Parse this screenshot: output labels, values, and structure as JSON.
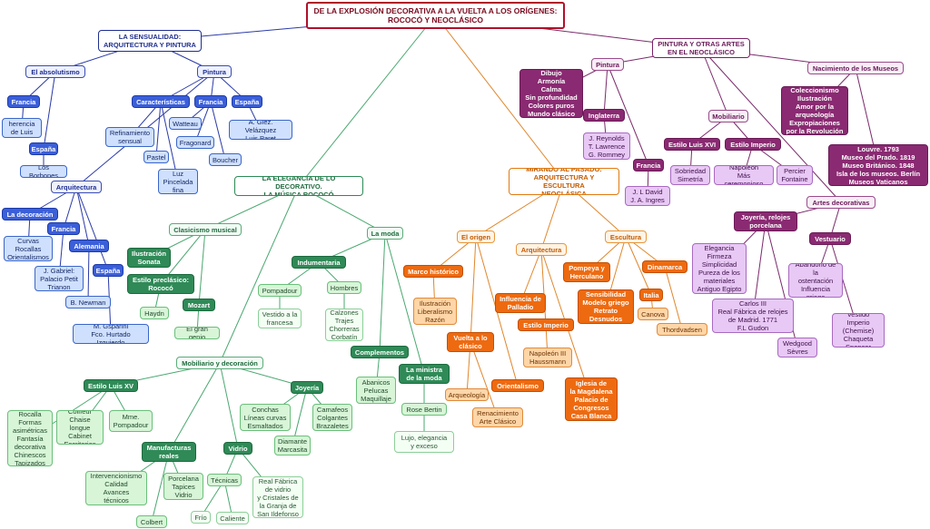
{
  "title": "DE LA EXPLOSIÓN DECORATIVA A LA VUELTA A LOS ORÍGENES:\nROCOCÓ Y NEOCLÁSICO",
  "nodes": {
    "sensualidad": "LA SENSUALIDAD:\nARQUITECTURA Y PINTURA",
    "absolutismo": "El absolutismo",
    "francia_abs": "Francia",
    "herencia": "La herencia\nde Luis XIV",
    "espana_abs": "España",
    "borbones": "Los Borbones",
    "arquitectura_b": "Arquitectura",
    "decoracion_b": "La decoración",
    "curvas": "Curvas\nRocallas\nOrientalismos",
    "francia_arq": "Francia",
    "gabriel": "J. Gabriel:\nPalacio Petit\nTrianon",
    "alemania": "Alemania",
    "newman": "B. Newman",
    "espana_arq": "España",
    "gsparini": "M. Gsparini\nFco. Hurtado Izquierdo",
    "pintura_b": "Pintura",
    "caracteristicas": "Características",
    "refinamiento": "Refinamiento\nsensual",
    "pastel": "Pastel",
    "francia_pint": "Francia",
    "watteau": "Watteau",
    "fragonard": "Fragonard",
    "boucher": "Boucher",
    "luz": "Luz\nPincelada\nfina",
    "espana_pint": "España",
    "velazquez": "A. Glez. Velázquez\nLuis Paret",
    "elegancia_g": "LA ELEGANCIA DE LO DECORATIVO.\nLA MÚSICA ROCOCÓ",
    "clasicismo": "Clasicismo musical",
    "ilustracion_sonata": "Ilustración\nSonata",
    "preclasico": "Estilo preclásico:\nRococó",
    "haydn": "Haydn",
    "mozart": "Mozart",
    "genio": "El gran genio",
    "moda": "La moda",
    "indumentaria": "Indumentaria",
    "pompadour_g": "Pompadour",
    "vestido_francesa": "Vestido a la\nfrancesa",
    "hombres": "Hombres",
    "calzones": "Calzones\nTrajes\nChorreras\nCorbatín",
    "complementos": "Complementos",
    "abanicos": "Abanicos\nPelucas\nMaquillaje",
    "ministra": "La ministra\nde la moda",
    "rose": "Rose Bertin",
    "lujo": "Lujo, elegancia\ny exceso",
    "mobiliario_g": "Mobiliario y decoración",
    "luisxv": "Estilo Luis XV",
    "rocalla": "Rocalla\nFormas\nasimétricas\nFantasía\ndecorativa\nChinescos\nTapizados",
    "coiffeur": "Coiffeur\nChaise longue\nCabinet\nEscritorios",
    "mme_pompadour": "Mme.\nPompadour",
    "manufacturas": "Manufacturas\nreales",
    "intervencionismo": "Intervencionismo\nCalidad\nAvances\ntécnicos",
    "porcelana": "Porcelana\nTapices\nVidrio",
    "colbert": "Colbert",
    "vidrio": "Vidrio",
    "tecnicas": "Técnicas",
    "frio": "Frío",
    "caliente": "Caliente",
    "real_fabrica": "Real Fábrica\nde vidrio\ny Cristales de\nla Granja de\nSan Ildefonso",
    "joyeria_g": "Joyería",
    "conchas": "Conchas\nLíneas curvas\nEsmaltados",
    "camafeos": "Camafeos\nColgantes\nBrazaletes",
    "diamante": "Diamante\nMarcasita",
    "mirando": "MIRANDO AL PASADO:\nARQUITECTURA Y ESCULTURA\nNEOCLÁSICA",
    "origen": "El origen",
    "marco": "Marco histórico",
    "ilustracion_lib": "Ilustración\nLiberalismo\nRazón",
    "vuelta": "Vuelta a lo\nclásico",
    "arqueologia": "Arqueología",
    "renacimiento": "Renacimiento\nArte Clásico",
    "orientalismo": "Orientalismo",
    "arquitectura_o": "Arquitectura",
    "palladio": "Influencia de\nPalladio",
    "imperio_o": "Estilo Imperio",
    "napoleon_iii": "Napoleón III\nHaussmann",
    "iglesia": "Iglesia de\nla Magdalena\nPalacio de\nCongresos\nCasa Blanca",
    "escultura": "Escultura",
    "pompeya": "Pompeya y\nHerculano",
    "sensibilidad": "Sensibilidad\nModelo griego\nRetrato\nDesnudos",
    "dinamarca": "Dinamarca",
    "italia": "Italia",
    "canova": "Canova",
    "thorvadsen": "Thordvadsen",
    "pintura_otras": "PINTURA Y OTRAS ARTES\nEN EL NEOCLÁSICO",
    "pintura_p": "Pintura",
    "dibujo": "Dibujo\nArmonía\nCalma\nSin profundidad\nColores puros\nMundo clásico",
    "inglaterra": "Inglaterra",
    "reynolds": "J. Reynolds\nT. Lawrence\nG. Rommey",
    "francia_p": "Francia",
    "david": "J. L David\nJ. A. Ingres",
    "mobiliario_p": "Mobiliario",
    "luisxvi": "Estilo Luis XVI",
    "sobriedad": "Sobriedad\nSimetría",
    "imperio_p": "Estilo Imperio",
    "napoleon": "Napoleón\nMás ceremonioso",
    "percier": "Percier\nFontaine",
    "nacimiento": "Nacimiento de los Museos",
    "coleccionismo": "Coleccionismo\nIlustración\nAmor por la\narqueología\nExpropiaciones\npor la Revolución",
    "louvre": "Louvre. 1793\nMuseo del Prado. 1819\nMuseo Británico. 1848\nIsla de los museos. Berlín\nMuseos Vaticanos",
    "artes_decorativas": "Artes decorativas",
    "joyeria_p": "Joyería, relojes\nporcelana",
    "elegancia_p": "Elegancia\nFirmeza\nSimplicidad\nPureza de los\nmateriales\nAntiguo Egipto",
    "carlos": "Carlos III\nReal Fábrica de relojes\nde Madrid. 1771\nF.L Gudon",
    "wedgood": "Wedgood\nSèvres",
    "vestuario": "Vestuario",
    "abandono": "Abandono de la\nostentación\nInfluencia\ngriega",
    "vestido_imperio": "Vestido Imperio\n(Chemise)\nChaqueta\nSpencer"
  },
  "colors": {
    "blue_line": "#2a3aa8",
    "green_line": "#4aa870",
    "orange_line": "#e0862a",
    "purple_line": "#7a2a6a",
    "title_border": "#b0102a"
  }
}
